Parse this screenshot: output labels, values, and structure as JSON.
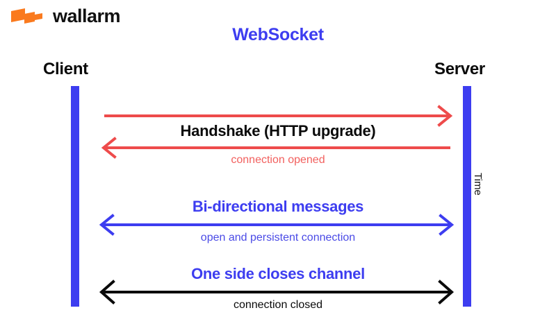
{
  "brand": {
    "logo_icon": "wallarm-bolt-logo-icon",
    "name": "wallarm",
    "logo_color": "#FA7A1E"
  },
  "diagram": {
    "title": "WebSocket",
    "title_color": "#3D3DF0",
    "background": "#FFFFFF"
  },
  "lifelines": {
    "client": {
      "label": "Client",
      "bar_color": "#3D3DF0"
    },
    "server": {
      "label": "Server",
      "bar_color": "#3D3DF0"
    },
    "time_axis_label": "Time"
  },
  "steps": [
    {
      "id": "handshake",
      "title": "Handshake (HTTP upgrade)",
      "title_color": "#0A0A0A",
      "subtitle": "connection opened",
      "subtitle_color": "#F2605E",
      "arrow_color": "#EE4B4B",
      "arrows": [
        {
          "direction": "client-to-server",
          "head": "right"
        },
        {
          "direction": "server-to-client",
          "head": "left"
        }
      ]
    },
    {
      "id": "bidirectional",
      "title": "Bi-directional messages",
      "title_color": "#3D3DF0",
      "subtitle": "open and persistent connection",
      "subtitle_color": "#4A4AE6",
      "arrow_color": "#3D3DF0",
      "arrows": [
        {
          "direction": "both",
          "head": "double"
        }
      ]
    },
    {
      "id": "close",
      "title": "One side closes channel",
      "title_color": "#3D3DF0",
      "subtitle": "connection closed",
      "subtitle_color": "#0A0A0A",
      "arrow_color": "#0A0A0A",
      "arrows": [
        {
          "direction": "both",
          "head": "double"
        }
      ]
    }
  ]
}
